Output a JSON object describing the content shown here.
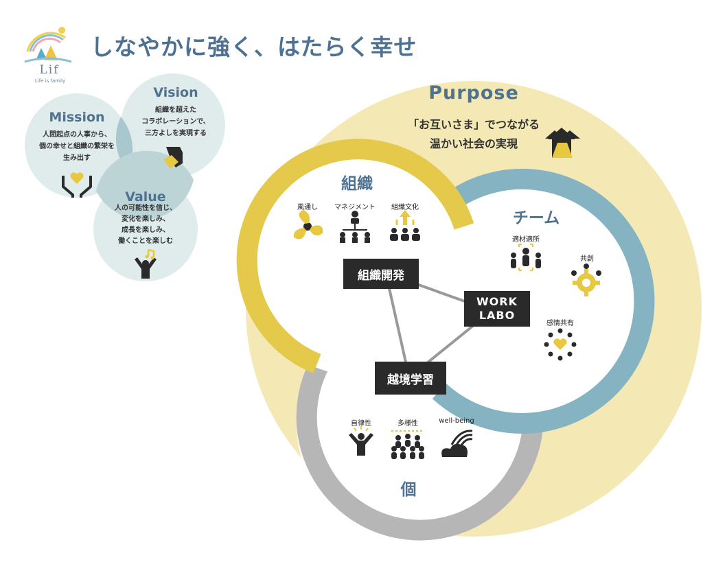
{
  "header": {
    "title": "しなやかに強く、はたらく幸せ"
  },
  "logo": {
    "name": "Lif",
    "tagline": "Life is family",
    "icon": "lif-logo-icon"
  },
  "mvv": {
    "mission": {
      "title": "Mission",
      "lines": [
        "人間起点の人事から、",
        "個の幸せと組織の繁栄を",
        "生み出す"
      ],
      "icon": "hands-heart-icon"
    },
    "vision": {
      "title": "Vision",
      "lines": [
        "組織を超えた",
        "コラボレーションで、",
        "三方よしを実現する"
      ],
      "icon": "handshake-icon"
    },
    "value": {
      "title": "Value",
      "lines": [
        "人の可能性を信じ、",
        "変化を楽しみ、",
        "成長を楽しみ、",
        "働くことを楽しむ"
      ],
      "icon": "joyful-person-icon"
    }
  },
  "purpose": {
    "title": "Purpose",
    "lines": [
      "「お互いさま」でつながる",
      "温かい社会の実現"
    ],
    "icon": "community-house-icon"
  },
  "organization": {
    "title": "組織",
    "items": [
      {
        "label": "風通し",
        "icon": "fan-icon"
      },
      {
        "label": "マネジメント",
        "icon": "org-chart-icon"
      },
      {
        "label": "組織文化",
        "icon": "group-arrow-icon"
      }
    ]
  },
  "team": {
    "title": "チーム",
    "items": [
      {
        "label": "適材適所",
        "icon": "team-focus-icon"
      },
      {
        "label": "共創",
        "icon": "gear-people-icon"
      },
      {
        "label": "感情共有",
        "icon": "heart-circle-icon"
      }
    ]
  },
  "individual": {
    "title": "個",
    "items": [
      {
        "label": "自律性",
        "icon": "person-raised-icon"
      },
      {
        "label": "多様性",
        "icon": "crowd-icon"
      },
      {
        "label": "well-being",
        "icon": "rainbow-icon"
      }
    ]
  },
  "hubs": {
    "org_dev": "組織開発",
    "work_labo_1": "WORK",
    "work_labo_2": "LABO",
    "cross_border": "越境学習"
  },
  "colors": {
    "title": "#4e7192",
    "purpose_bg": "#f4e8b4",
    "org_ring": "#e5c94a",
    "team_ring": "#86b3c2",
    "individual_ring": "#b6b6b6",
    "mvv_circle": "#dde9ea",
    "hub_box": "#2a2a2a",
    "icon_accent": "#e8c840"
  }
}
